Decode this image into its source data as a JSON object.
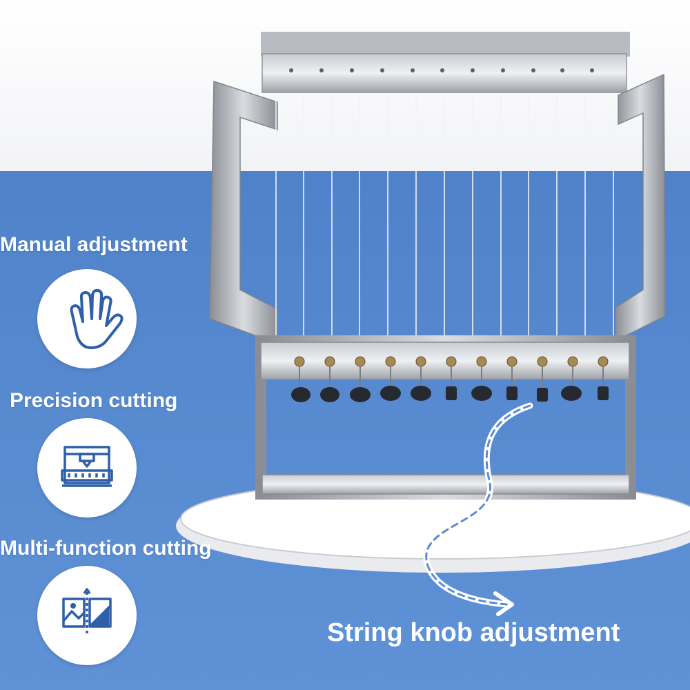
{
  "features": [
    {
      "label": "Manual adjustment",
      "icon": "hand-icon"
    },
    {
      "label": "Precision cutting",
      "icon": "cutting-machine-icon"
    },
    {
      "label": "Multi-function cutting",
      "icon": "split-image-icon"
    }
  ],
  "callout": {
    "label": "String knob adjustment"
  },
  "colors": {
    "background_blue": "#5a8cd2",
    "icon_blue": "#2f5fa8",
    "label": "#ffffff"
  }
}
